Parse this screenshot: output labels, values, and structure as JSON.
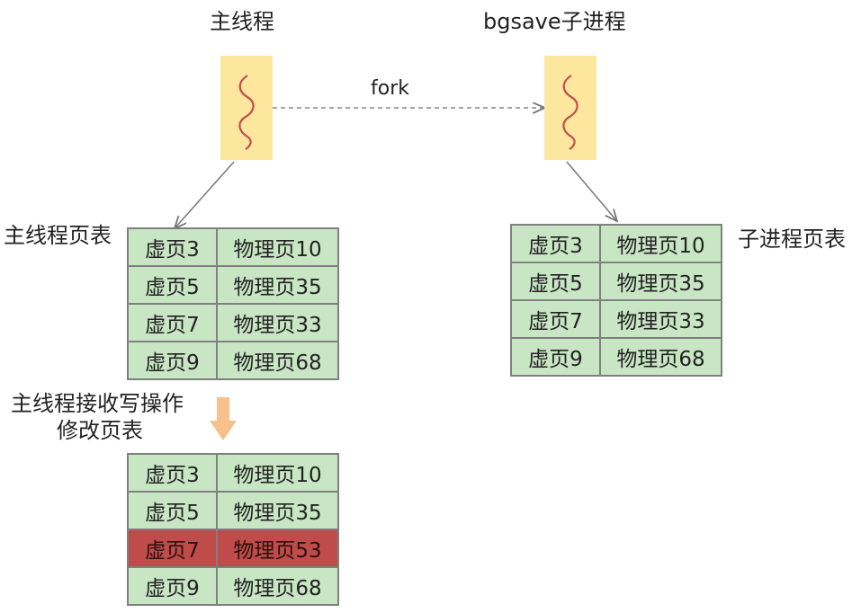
{
  "main_thread": {
    "label": "主线程"
  },
  "child_process": {
    "label": "bgsave子进程"
  },
  "fork_label": "fork",
  "main_page_table": {
    "label": "主线程页表",
    "rows": [
      {
        "virtual": "虚页3",
        "physical": "物理页10"
      },
      {
        "virtual": "虚页5",
        "physical": "物理页35"
      },
      {
        "virtual": "虚页7",
        "physical": "物理页33"
      },
      {
        "virtual": "虚页9",
        "physical": "物理页68"
      }
    ]
  },
  "child_page_table": {
    "label": "子进程页表",
    "rows": [
      {
        "virtual": "虚页3",
        "physical": "物理页10"
      },
      {
        "virtual": "虚页5",
        "physical": "物理页35"
      },
      {
        "virtual": "虚页7",
        "physical": "物理页33"
      },
      {
        "virtual": "虚页9",
        "physical": "物理页68"
      }
    ]
  },
  "write_op": {
    "line1": "主线程接收写操作",
    "line2": "修改页表"
  },
  "modified_page_table": {
    "rows": [
      {
        "virtual": "虚页3",
        "physical": "物理页10",
        "modified": false
      },
      {
        "virtual": "虚页5",
        "physical": "物理页35",
        "modified": false
      },
      {
        "virtual": "虚页7",
        "physical": "物理页53",
        "modified": true
      },
      {
        "virtual": "虚页9",
        "physical": "物理页68",
        "modified": false
      }
    ]
  },
  "colors": {
    "thread_box": "#fde79f",
    "thread_wave": "#c0504d",
    "cell": "#c8e6c4",
    "modified_cell": "#bf4c4a",
    "border": "#808080",
    "down_arrow": "#f8c08a"
  }
}
